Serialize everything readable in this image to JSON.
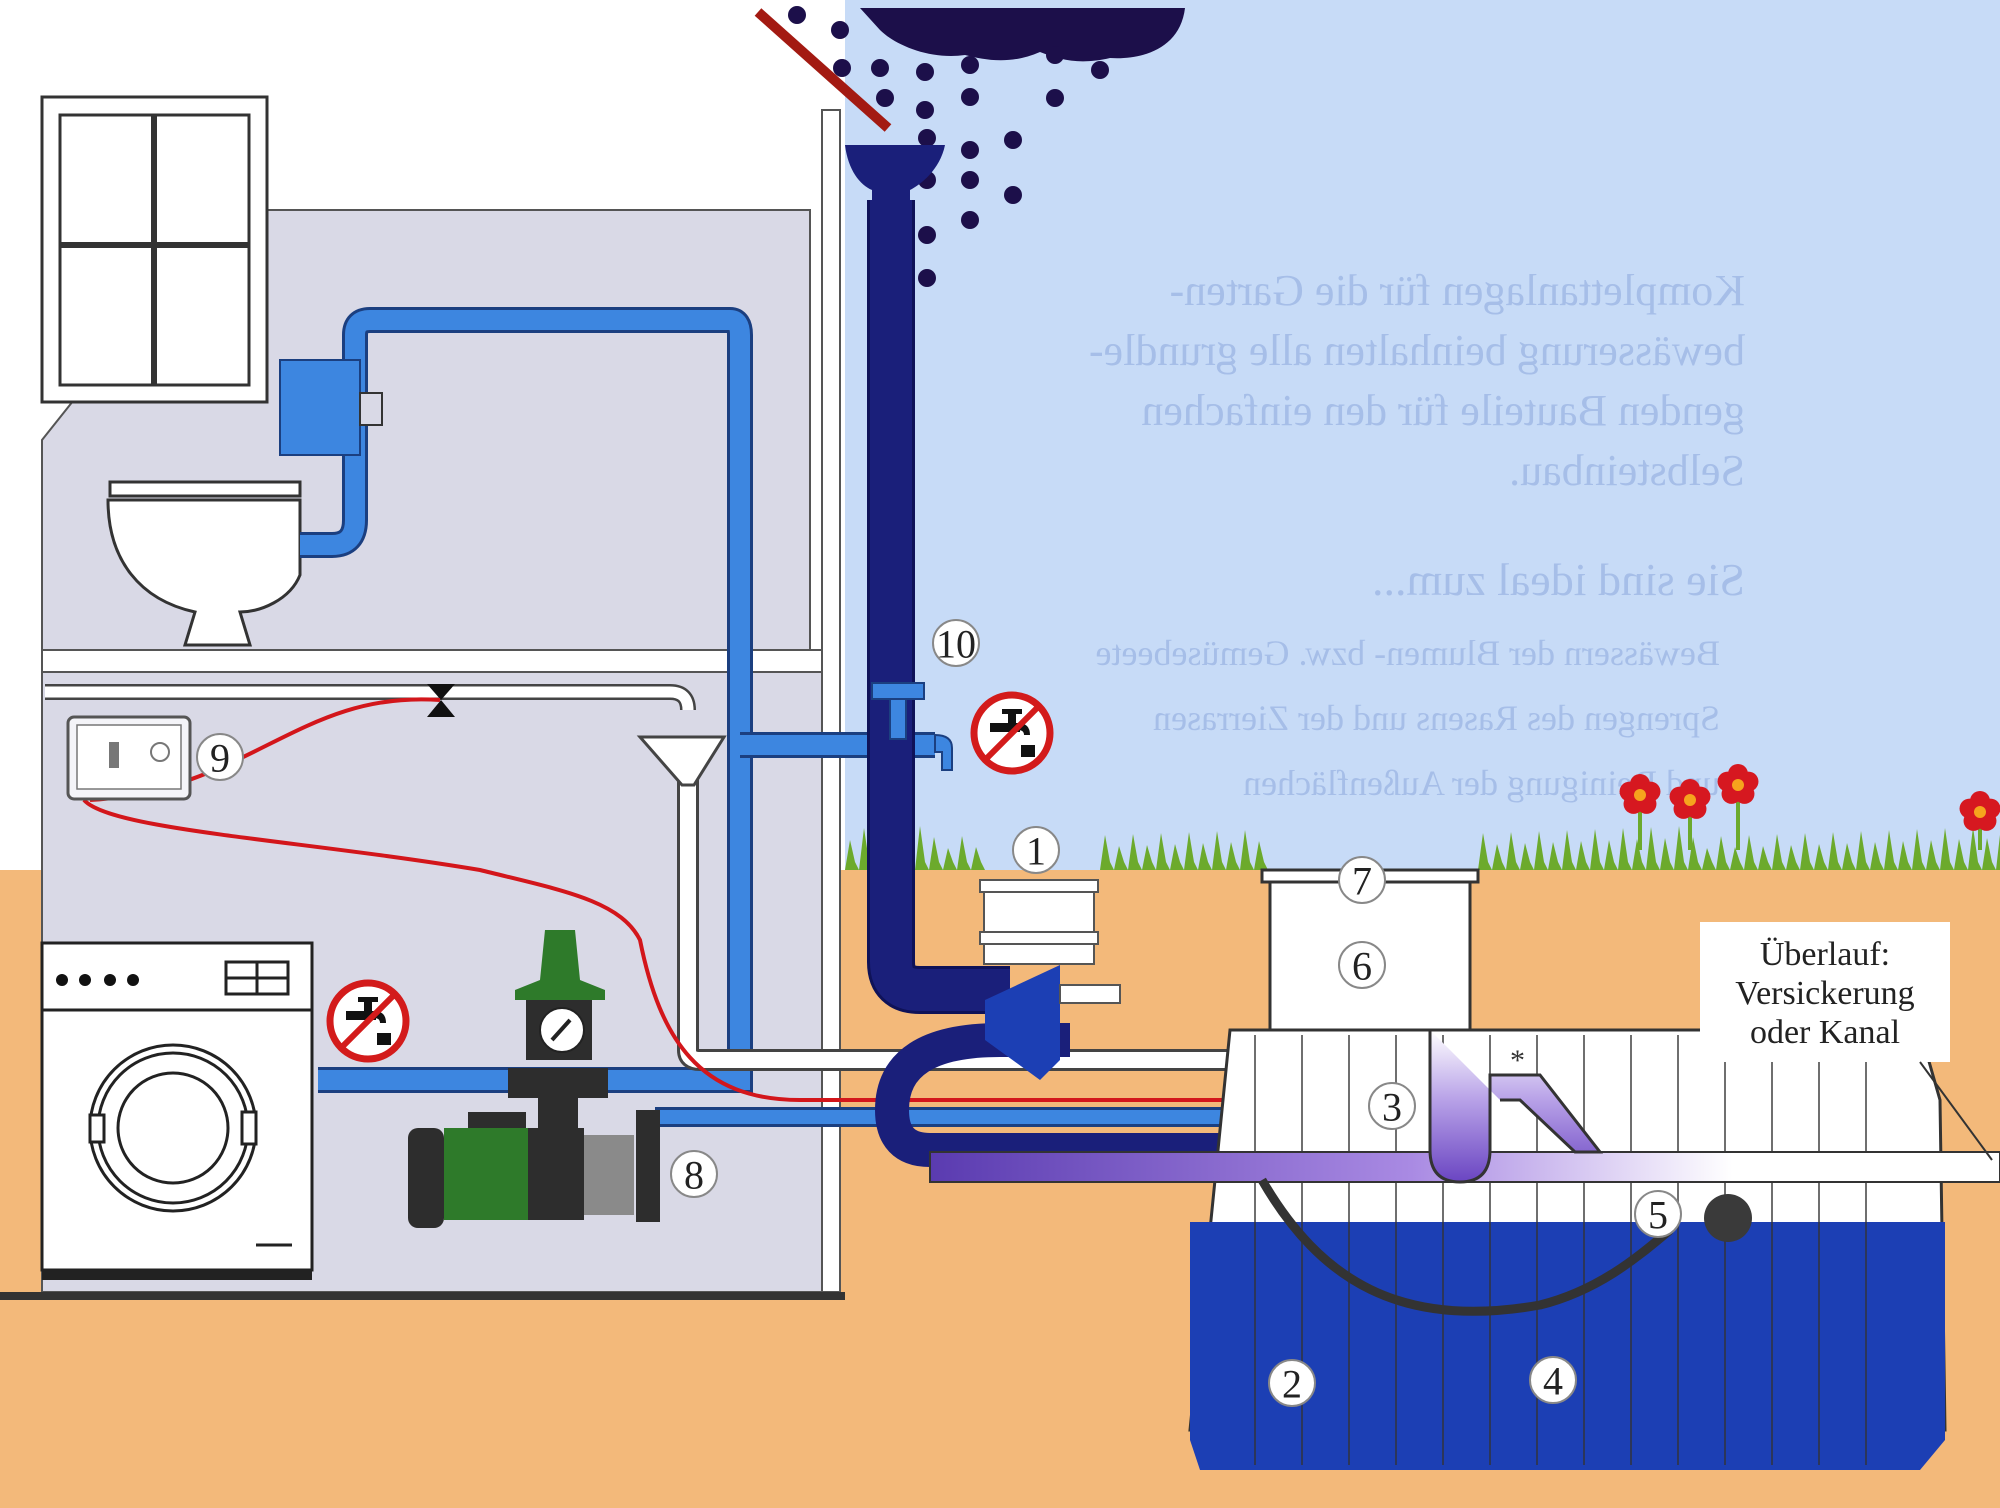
{
  "diagram": {
    "title": "Rainwater harvesting system (Regenwassernutzungsanlage)",
    "colors": {
      "sky": "#c7dbf7",
      "soil": "#f3b97a",
      "house_wall": "#d9d9e6",
      "house_upper": "#ffffff",
      "grass": "#6caa2c",
      "downpipe": "#1a1f7a",
      "service_water_pipe": "#3d86e0",
      "drinking_water_pipe": "#ffffff",
      "control_cable": "#d3161b",
      "tank_water": "#1c3fb4",
      "tank_body": "#ffffff",
      "overflow_siphon": "#8f6ad6",
      "cloud": "#1c0f4a",
      "gutter": "#a31a12",
      "pump_green": "#2e7a2a",
      "pump_dark": "#2d2d2d",
      "no_drinking_red": "#d31b1b",
      "flower_red": "#d61820",
      "flower_center": "#f6a41d"
    },
    "markers": [
      {
        "number": "1",
        "component": "filter"
      },
      {
        "number": "2",
        "component": "calmed inlet"
      },
      {
        "number": "3",
        "component": "overflow siphon"
      },
      {
        "number": "4",
        "component": "underground tank"
      },
      {
        "number": "5",
        "component": "floating suction filter"
      },
      {
        "number": "6",
        "component": "tank dome shaft"
      },
      {
        "number": "7",
        "component": "shaft cover"
      },
      {
        "number": "8",
        "component": "pump"
      },
      {
        "number": "9",
        "component": "control unit / refill system"
      },
      {
        "number": "10",
        "component": "garden tap"
      }
    ],
    "callout": {
      "lines": [
        "Überlauf:",
        "Versickerung",
        "oder Kanal"
      ]
    },
    "warning_symbols": [
      {
        "name": "no-drinking-water",
        "location": "garden tap"
      },
      {
        "name": "no-drinking-water",
        "location": "washing machine"
      }
    ],
    "showthrough_text": {
      "paragraph": [
        "Komplettanlagen für die Garten-",
        "bewässerung beinhalten alle grundle-",
        "genden Bauteile für den einfachen",
        "Selbsteinbau."
      ],
      "heading": "Sie sind ideal zum...",
      "bullets": [
        "Bewässern der Blumen- bzw. Gemüsebeete",
        "Sprengen des Rasens und der Zierrasen",
        "und Reinigung der Außenflächen"
      ]
    }
  }
}
